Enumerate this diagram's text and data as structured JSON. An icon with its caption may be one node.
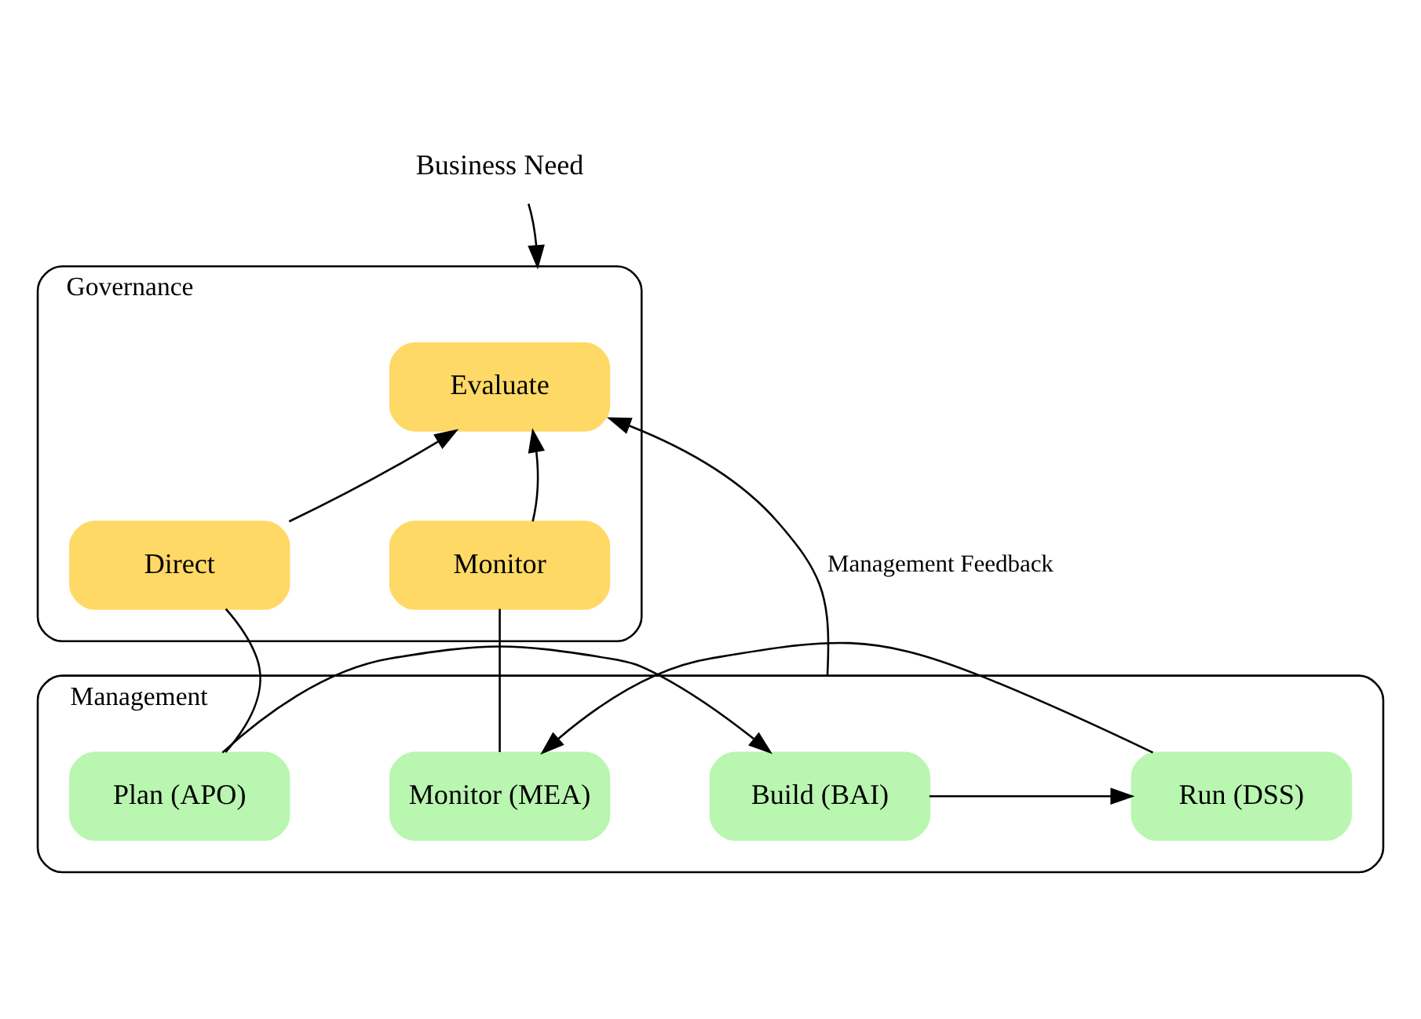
{
  "diagram": {
    "nodes": [
      {
        "text": [
          "Business Need"
        ]
      },
      {
        "text": [
          "Governance"
        ]
      },
      {
        "text": [
          "Evaluate"
        ],
        "in": 1
      },
      {
        "text": [
          "Direct"
        ],
        "in": 1
      },
      {
        "text": [
          "Monitor"
        ],
        "in": 1
      },
      {
        "text": [
          "Management"
        ]
      },
      {
        "text": [
          "Plan (APO)"
        ],
        "in": 5
      },
      {
        "text": [
          "Build (BAI)"
        ],
        "in": 5
      },
      {
        "text": [
          "Run (DSS)"
        ],
        "in": 5
      },
      {
        "text": [
          "Monitor (MEA)"
        ],
        "in": 5
      }
    ],
    "edges": [
      {
        "from": 0,
        "to": 1,
        "arrow": "to"
      },
      {
        "from": 3,
        "to": 2,
        "arrow": "to"
      },
      {
        "from": 4,
        "to": 2,
        "arrow": "to"
      },
      {
        "from": 5,
        "to": 2,
        "label": "Management Feedback",
        "arrow": "to"
      },
      {
        "from": 6,
        "to": 3,
        "arrow": "none"
      },
      {
        "from": 9,
        "to": 4,
        "arrow": "none"
      },
      {
        "from": 6,
        "to": 7,
        "arrow": "to"
      },
      {
        "from": 7,
        "to": 8,
        "arrow": "to"
      },
      {
        "from": 8,
        "to": 9,
        "arrow": "to"
      }
    ]
  }
}
